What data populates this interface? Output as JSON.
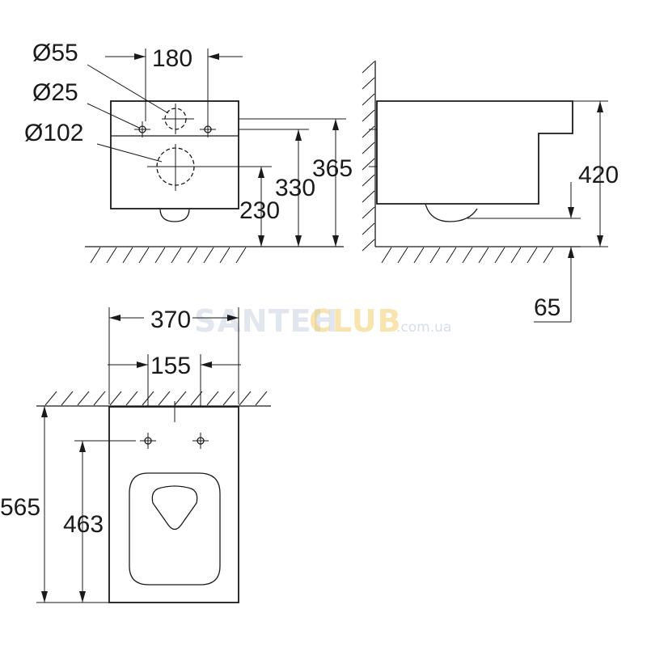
{
  "watermark": {
    "part1": "SANTEH",
    "part2": "CLUB",
    "part3": ".com.ua"
  },
  "dimensions": {
    "front_view": {
      "d55": "Ø55",
      "d25": "Ø25",
      "d102": "Ø102",
      "w180": "180",
      "h230": "230",
      "h330": "330",
      "h365": "365"
    },
    "side_view": {
      "h420": "420",
      "h65": "65"
    },
    "top_view": {
      "w370": "370",
      "w155": "155",
      "l565": "565",
      "l463": "463"
    }
  }
}
